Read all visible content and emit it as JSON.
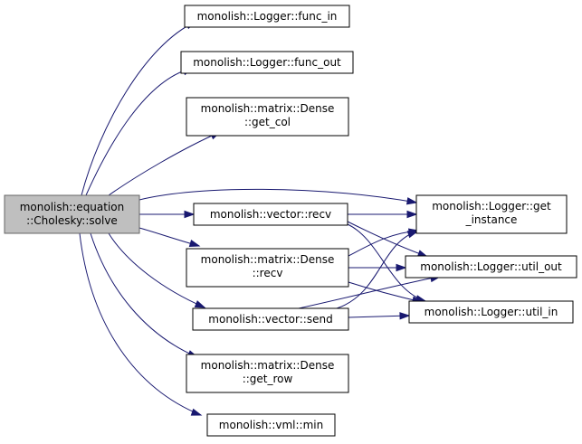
{
  "colors": {
    "edge": "#191970",
    "node_fill": "#ffffff",
    "node_border": "#000000",
    "root_fill": "#bfbfbf",
    "root_border": "#666666"
  },
  "nodes": {
    "solve": {
      "line1": "monolish::equation",
      "line2": "::Cholesky::solve"
    },
    "func_in": {
      "line1": "monolish::Logger::func_in"
    },
    "func_out": {
      "line1": "monolish::Logger::func_out"
    },
    "get_col": {
      "line1": "monolish::matrix::Dense",
      "line2": "::get_col"
    },
    "vector_recv": {
      "line1": "monolish::vector::recv"
    },
    "dense_recv": {
      "line1": "monolish::matrix::Dense",
      "line2": "::recv"
    },
    "vector_send": {
      "line1": "monolish::vector::send"
    },
    "get_row": {
      "line1": "monolish::matrix::Dense",
      "line2": "::get_row"
    },
    "vml_min": {
      "line1": "monolish::vml::min"
    },
    "get_instance": {
      "line1": "monolish::Logger::get",
      "line2": "_instance"
    },
    "util_out": {
      "line1": "monolish::Logger::util_out"
    },
    "util_in": {
      "line1": "monolish::Logger::util_in"
    }
  },
  "edges": [
    [
      "solve",
      "func_in"
    ],
    [
      "solve",
      "func_out"
    ],
    [
      "solve",
      "get_col"
    ],
    [
      "solve",
      "get_instance"
    ],
    [
      "solve",
      "vector_recv"
    ],
    [
      "solve",
      "dense_recv"
    ],
    [
      "solve",
      "vector_send"
    ],
    [
      "solve",
      "get_row"
    ],
    [
      "solve",
      "vml_min"
    ],
    [
      "vector_recv",
      "get_instance"
    ],
    [
      "vector_recv",
      "util_out"
    ],
    [
      "vector_recv",
      "util_in"
    ],
    [
      "dense_recv",
      "get_instance"
    ],
    [
      "dense_recv",
      "util_out"
    ],
    [
      "dense_recv",
      "util_in"
    ],
    [
      "vector_send",
      "get_instance"
    ],
    [
      "vector_send",
      "util_out"
    ],
    [
      "vector_send",
      "util_in"
    ]
  ]
}
